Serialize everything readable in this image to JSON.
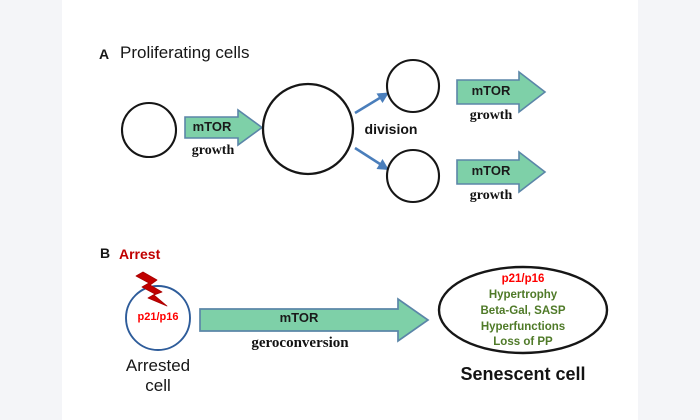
{
  "figure": {
    "background_color": "#f4f5f8",
    "canvas_color": "#ffffff",
    "accent_green": "#7ed0a8",
    "accent_green_border": "#5b86a8",
    "accent_blue": "#4a7ebb",
    "accent_red": "#c00000",
    "accent_text_red": "#ff0000",
    "accent_text_green": "#4f7a28",
    "outline_black": "#161616",
    "cell_outline_blue": "#2e5c9a"
  },
  "panel_a": {
    "letter": "A",
    "title": "Proliferating cells",
    "mother_arrow": {
      "label": "mTOR",
      "sublabel": "growth"
    },
    "division_label": "division",
    "daughter_top_arrow": {
      "label": "mTOR",
      "sublabel": "growth"
    },
    "daughter_bottom_arrow": {
      "label": "mTOR",
      "sublabel": "growth"
    }
  },
  "panel_b": {
    "letter": "B",
    "arrest_label": "Arrest",
    "arrested_cell": {
      "marker": "p21/p16",
      "caption_line1": "Arrested",
      "caption_line2": "cell"
    },
    "geroconversion_arrow": {
      "label": "mTOR",
      "sublabel": "geroconversion"
    },
    "senescent_cell": {
      "caption": "Senescent cell",
      "markers": [
        {
          "text": "p21/p16",
          "color": "red"
        },
        {
          "text": "Hypertrophy",
          "color": "green"
        },
        {
          "text": "Beta-Gal, SASP",
          "color": "green"
        },
        {
          "text": "Hyperfunctions",
          "color": "green"
        },
        {
          "text": "Loss of PP",
          "color": "green"
        }
      ]
    }
  }
}
